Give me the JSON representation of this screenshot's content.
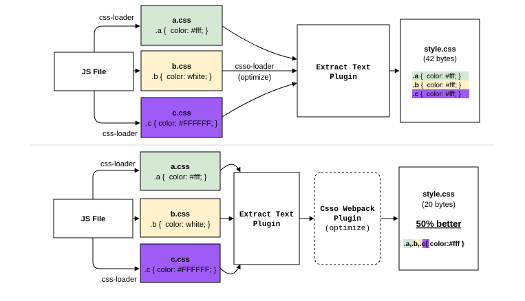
{
  "colors": {
    "green": "#d5e8d4",
    "yellow": "#fff2cc",
    "purple": "#9f5bf5",
    "stroke": "#000000",
    "divider": "#dddddd"
  },
  "top": {
    "js_file": "JS File",
    "loader_top": "css-loader",
    "loader_bottom": "css-loader",
    "a_title": "a.css",
    "a_code": ".a {  color: #fff; }",
    "b_title": "b.css",
    "b_code": ".b {  color: white; }",
    "c_title": "c.css",
    "c_code": ".c { color: #FFFFFF; }",
    "optimize_line1": "csso-loader",
    "optimize_line2": "(optimize)",
    "extract_line1": "Extract Text",
    "extract_line2": "Plugin",
    "style_title": "style.css",
    "style_size": "(42 bytes)",
    "out_a_sel": ".a",
    "out_a_rule": "{  color: #fff; }",
    "out_b_sel": ".b",
    "out_b_rule": "{  color: #fff; }",
    "out_c_sel": ".c",
    "out_c_rule": "{  color: #fff; }"
  },
  "bottom": {
    "js_file": "JS File",
    "loader_top": "css-loader",
    "loader_bottom": "css-loader",
    "a_title": "a.css",
    "a_code": ".a {  color: #fff; }",
    "b_title": "b.css",
    "b_code": ".b {  color: white; }",
    "c_title": "c.css",
    "c_code": ".c { color: #FFFFFF; }",
    "extract_line1": "Extract Text",
    "extract_line2": "Plugin",
    "csso_line1": "Csso Webpack",
    "csso_line2": "Plugin",
    "csso_line3": "(optimize)",
    "style_title": "style.css",
    "style_size": "(20 bytes)",
    "better": "50% better",
    "sel_a": ".a,",
    "sel_b": ".b,",
    "sel_c": ".c",
    "rule": "{ color:#fff }"
  }
}
